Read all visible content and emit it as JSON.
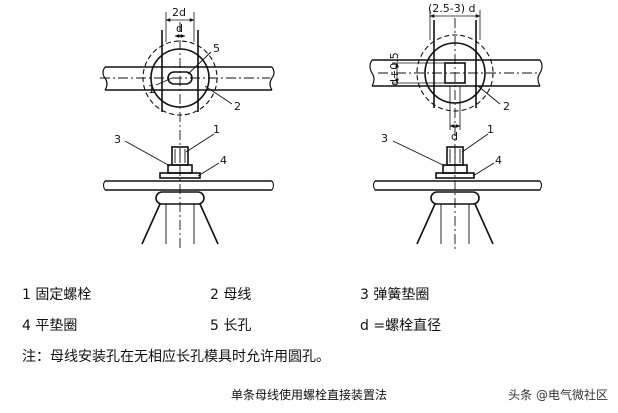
{
  "dimensions": {
    "left_top": "2d",
    "left_slot": "d",
    "right_top": "(2.5-3) d",
    "right_side": "d+0.5",
    "right_bottom": "d"
  },
  "callouts": {
    "left": [
      "1",
      "2",
      "3",
      "4",
      "5"
    ],
    "right": [
      "1",
      "2",
      "3",
      "4"
    ]
  },
  "legend": {
    "item1": "1 固定螺栓",
    "item2": "2 母线",
    "item3": "3 弹簧垫圈",
    "item4": "4 平垫圈",
    "item5": "5 长孔",
    "item6": "d =螺栓直径",
    "note": "注：母线安装孔在无相应长孔模具时允许用圆孔。"
  },
  "caption": "单条母线使用螺栓直接装置法",
  "watermark": "头条 @电气微社区"
}
